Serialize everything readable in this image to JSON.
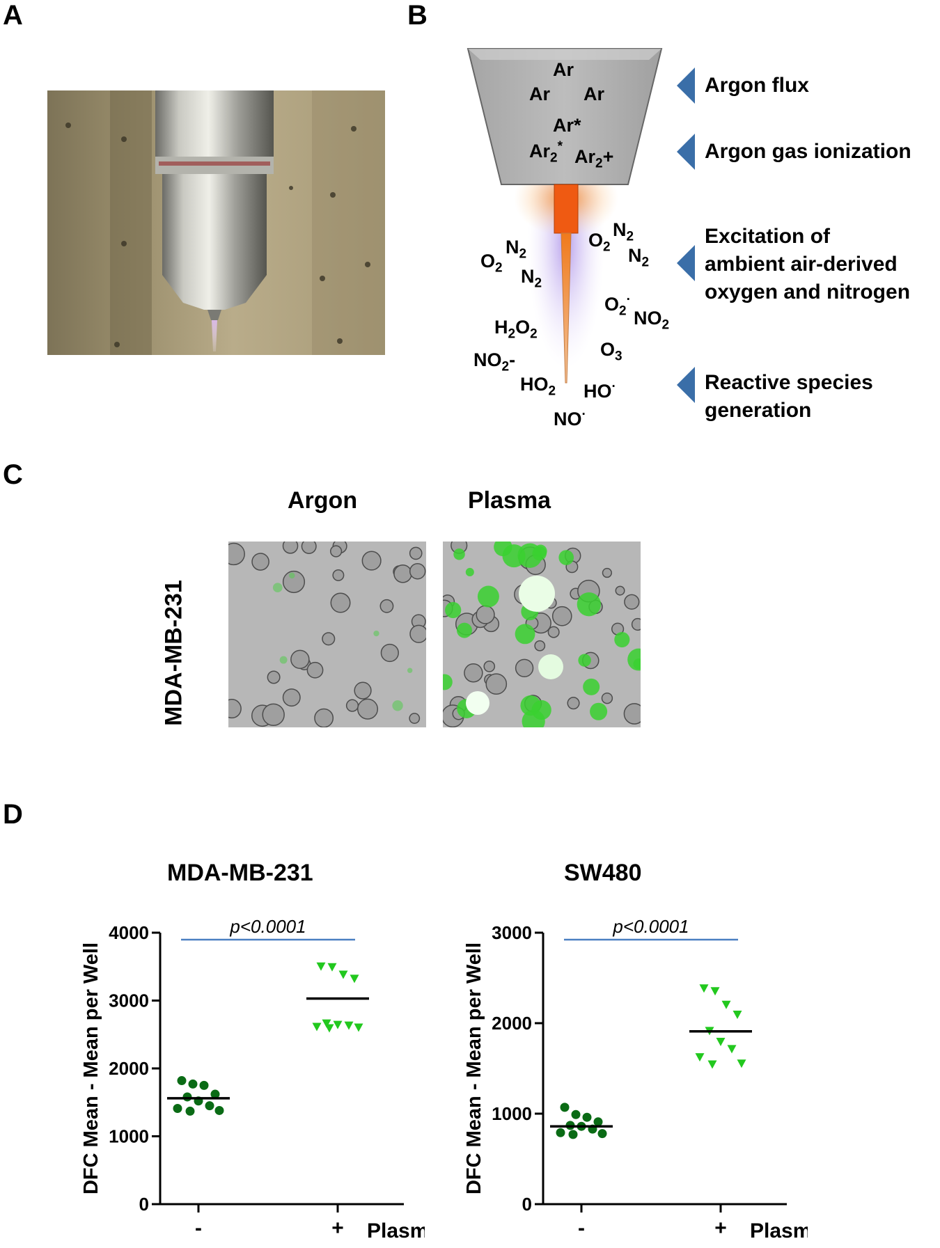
{
  "panels": {
    "a": "A",
    "b": "B",
    "c": "C",
    "d": "D"
  },
  "diagram": {
    "top_species": [
      "Ar",
      "Ar",
      "Ar",
      "Ar*"
    ],
    "ar2_star": "Ar",
    "ar2_star_sub": "2",
    "ar2_star_sup": "*",
    "ar2_plus": "Ar",
    "ar2_plus_sub": "2",
    "ar2_plus_tail": "+",
    "annotations": {
      "argon_flux": "Argon flux",
      "ionization": "Argon gas ionization",
      "excitation_1": "Excitation of",
      "excitation_2": "ambient air-derived",
      "excitation_3": "oxygen and nitrogen",
      "reactive_1": "Reactive species",
      "reactive_2": "generation"
    },
    "species": {
      "o2_left": {
        "base": "O",
        "sub": "2"
      },
      "n2_left_top": {
        "base": "N",
        "sub": "2"
      },
      "n2_left_bottom": {
        "base": "N",
        "sub": "2"
      },
      "o2_right": {
        "base": "O",
        "sub": "2"
      },
      "n2_right_top": {
        "base": "N",
        "sub": "2"
      },
      "n2_right_bottom": {
        "base": "N",
        "sub": "2"
      },
      "o2_radical": {
        "base": "O",
        "sub": "2",
        "sup": "·"
      },
      "no2_right": {
        "base": "NO",
        "sub": "2"
      },
      "h2o2": {
        "base": "H",
        "sub": "2",
        "tail": "O",
        "sub2": "2"
      },
      "o3": {
        "base": "O",
        "sub": "3"
      },
      "no2_minus": {
        "base": "NO",
        "sub": "2",
        "tail": "-"
      },
      "ho2": {
        "base": "HO",
        "sub": "2"
      },
      "ho_radical": {
        "base": "HO",
        "sup": "·"
      },
      "no_radical": {
        "base": "NO",
        "sup": "·"
      }
    }
  },
  "panel_c": {
    "col_argon": "Argon",
    "col_plasma": "Plasma",
    "row_label": "MDA-MB-231"
  },
  "colors": {
    "control_dot": "#0a6b15",
    "plasma_dot": "#22c81e",
    "pline": "#4a7fc1",
    "arrow": "#3a6ea8"
  },
  "chart_data": [
    {
      "type": "scatter",
      "title": "MDA-MB-231",
      "ylabel": "DFC Mean - Mean per Well",
      "ylim": [
        0,
        4000
      ],
      "yticks": [
        0,
        1000,
        2000,
        3000,
        4000
      ],
      "categories": [
        "-",
        "+"
      ],
      "x_group_label": "Plasma",
      "annotation": "p<0.0001",
      "series": [
        {
          "values": [
            1820,
            1770,
            1750,
            1620,
            1580,
            1520,
            1450,
            1410,
            1380,
            1370
          ],
          "mean": 1560
        },
        {
          "values": [
            3510,
            3500,
            3390,
            3330,
            2670,
            2650,
            2640,
            2620,
            2610,
            2600
          ],
          "mean": 3030
        }
      ]
    },
    {
      "type": "scatter",
      "title": "SW480",
      "ylabel": "DFC Mean - Mean per Well",
      "ylim": [
        0,
        3000
      ],
      "yticks": [
        0,
        1000,
        2000,
        3000
      ],
      "categories": [
        "-",
        "+"
      ],
      "x_group_label": "Plasma",
      "annotation": "p<0.0001",
      "series": [
        {
          "values": [
            1070,
            990,
            960,
            910,
            870,
            860,
            830,
            790,
            780,
            770
          ],
          "mean": 860
        },
        {
          "values": [
            2390,
            2360,
            2210,
            2100,
            1920,
            1800,
            1720,
            1630,
            1560,
            1550
          ],
          "mean": 1910
        }
      ]
    }
  ]
}
